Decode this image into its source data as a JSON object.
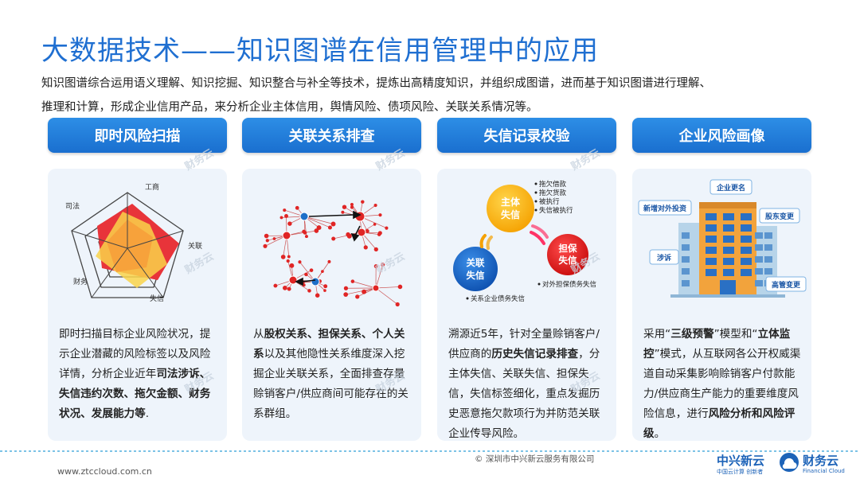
{
  "page": {
    "title": "大数据技术——知识图谱在信用管理中的应用",
    "intro_line1": "知识图谱综合运用语义理解、知识挖掘、知识整合与补全等技术，提炼出高精度知识，并组织成图谱，进而基于知识图谱进行理解、",
    "intro_line2": "推理和计算，形成企业信用产品，来分析企业主体信用，舆情风险、债项风险、关联关系情况等。"
  },
  "columns": [
    {
      "header": "即时风险扫描",
      "radar_labels": [
        "工商",
        "关联",
        "失信",
        "财务",
        "司法"
      ],
      "text_parts": [
        "即时扫描目标企业风险状况，提示企业潜藏的风险标签以及风险详情，分析企业近年",
        "司法涉诉、失信违约次数、拖欠金额、财务状况、发展能力等",
        "."
      ]
    },
    {
      "header": "关联关系排查",
      "text_parts": [
        "从",
        "股权关系、担保关系、个人关系",
        "以及其他隐性关系维度深入挖掘企业关联关系，全面排查存量赊销客户/供应商间可能存在的关系群组。"
      ]
    },
    {
      "header": "失信记录校验",
      "circle_main": [
        "主体",
        "失信"
      ],
      "circle_guarantee": [
        "担保",
        "失信"
      ],
      "circle_related": [
        "关联",
        "失信"
      ],
      "main_items": [
        "拖欠借款",
        "拖欠货款",
        "被执行",
        "失信被执行"
      ],
      "guarantee_item": "对外担保债务失信",
      "related_item": "关系企业债务失信",
      "text_parts": [
        "溯源近5年，针对全量赊销客户/供应商的",
        "历史失信记录排查",
        "，分主体失信、关联失信、担保失信，失信标签细化，重点发掘历史恶意拖欠款项行为并防范关联企业传导风险。"
      ]
    },
    {
      "header": "企业风险画像",
      "tags": [
        "企业更名",
        "新增对外投资",
        "股东变更",
        "涉诉",
        "高管变更"
      ],
      "text_parts": [
        "采用“",
        "三级预警",
        "”模型和“",
        "立体监控",
        "”模式，从互联网各公开权威渠道自动采集影响赊销客户付款能力/供应商生产能力的重要维度风险信息，进行",
        "风险分析和风险评级",
        "。"
      ]
    }
  ],
  "watermark": "财务云",
  "footer": {
    "url": "www.ztccloud.com.cn",
    "copyright": "© 深圳市中兴新云服务有限公司",
    "logo_left": "中兴新云",
    "logo_left_sub": "中国云计算 创新者",
    "logo_right": "财务云",
    "logo_right_sub": "Financial Cloud"
  },
  "colors": {
    "title": "#1f6fd1",
    "header_bg": "#1a6fcf",
    "card_bg": "#eef4fb",
    "radar_red": "#e8343a",
    "radar_orange": "#f7a23b",
    "radar_yellow": "#f9d34a",
    "node_red": "#e02525",
    "node_blue": "#1e6fc8"
  }
}
